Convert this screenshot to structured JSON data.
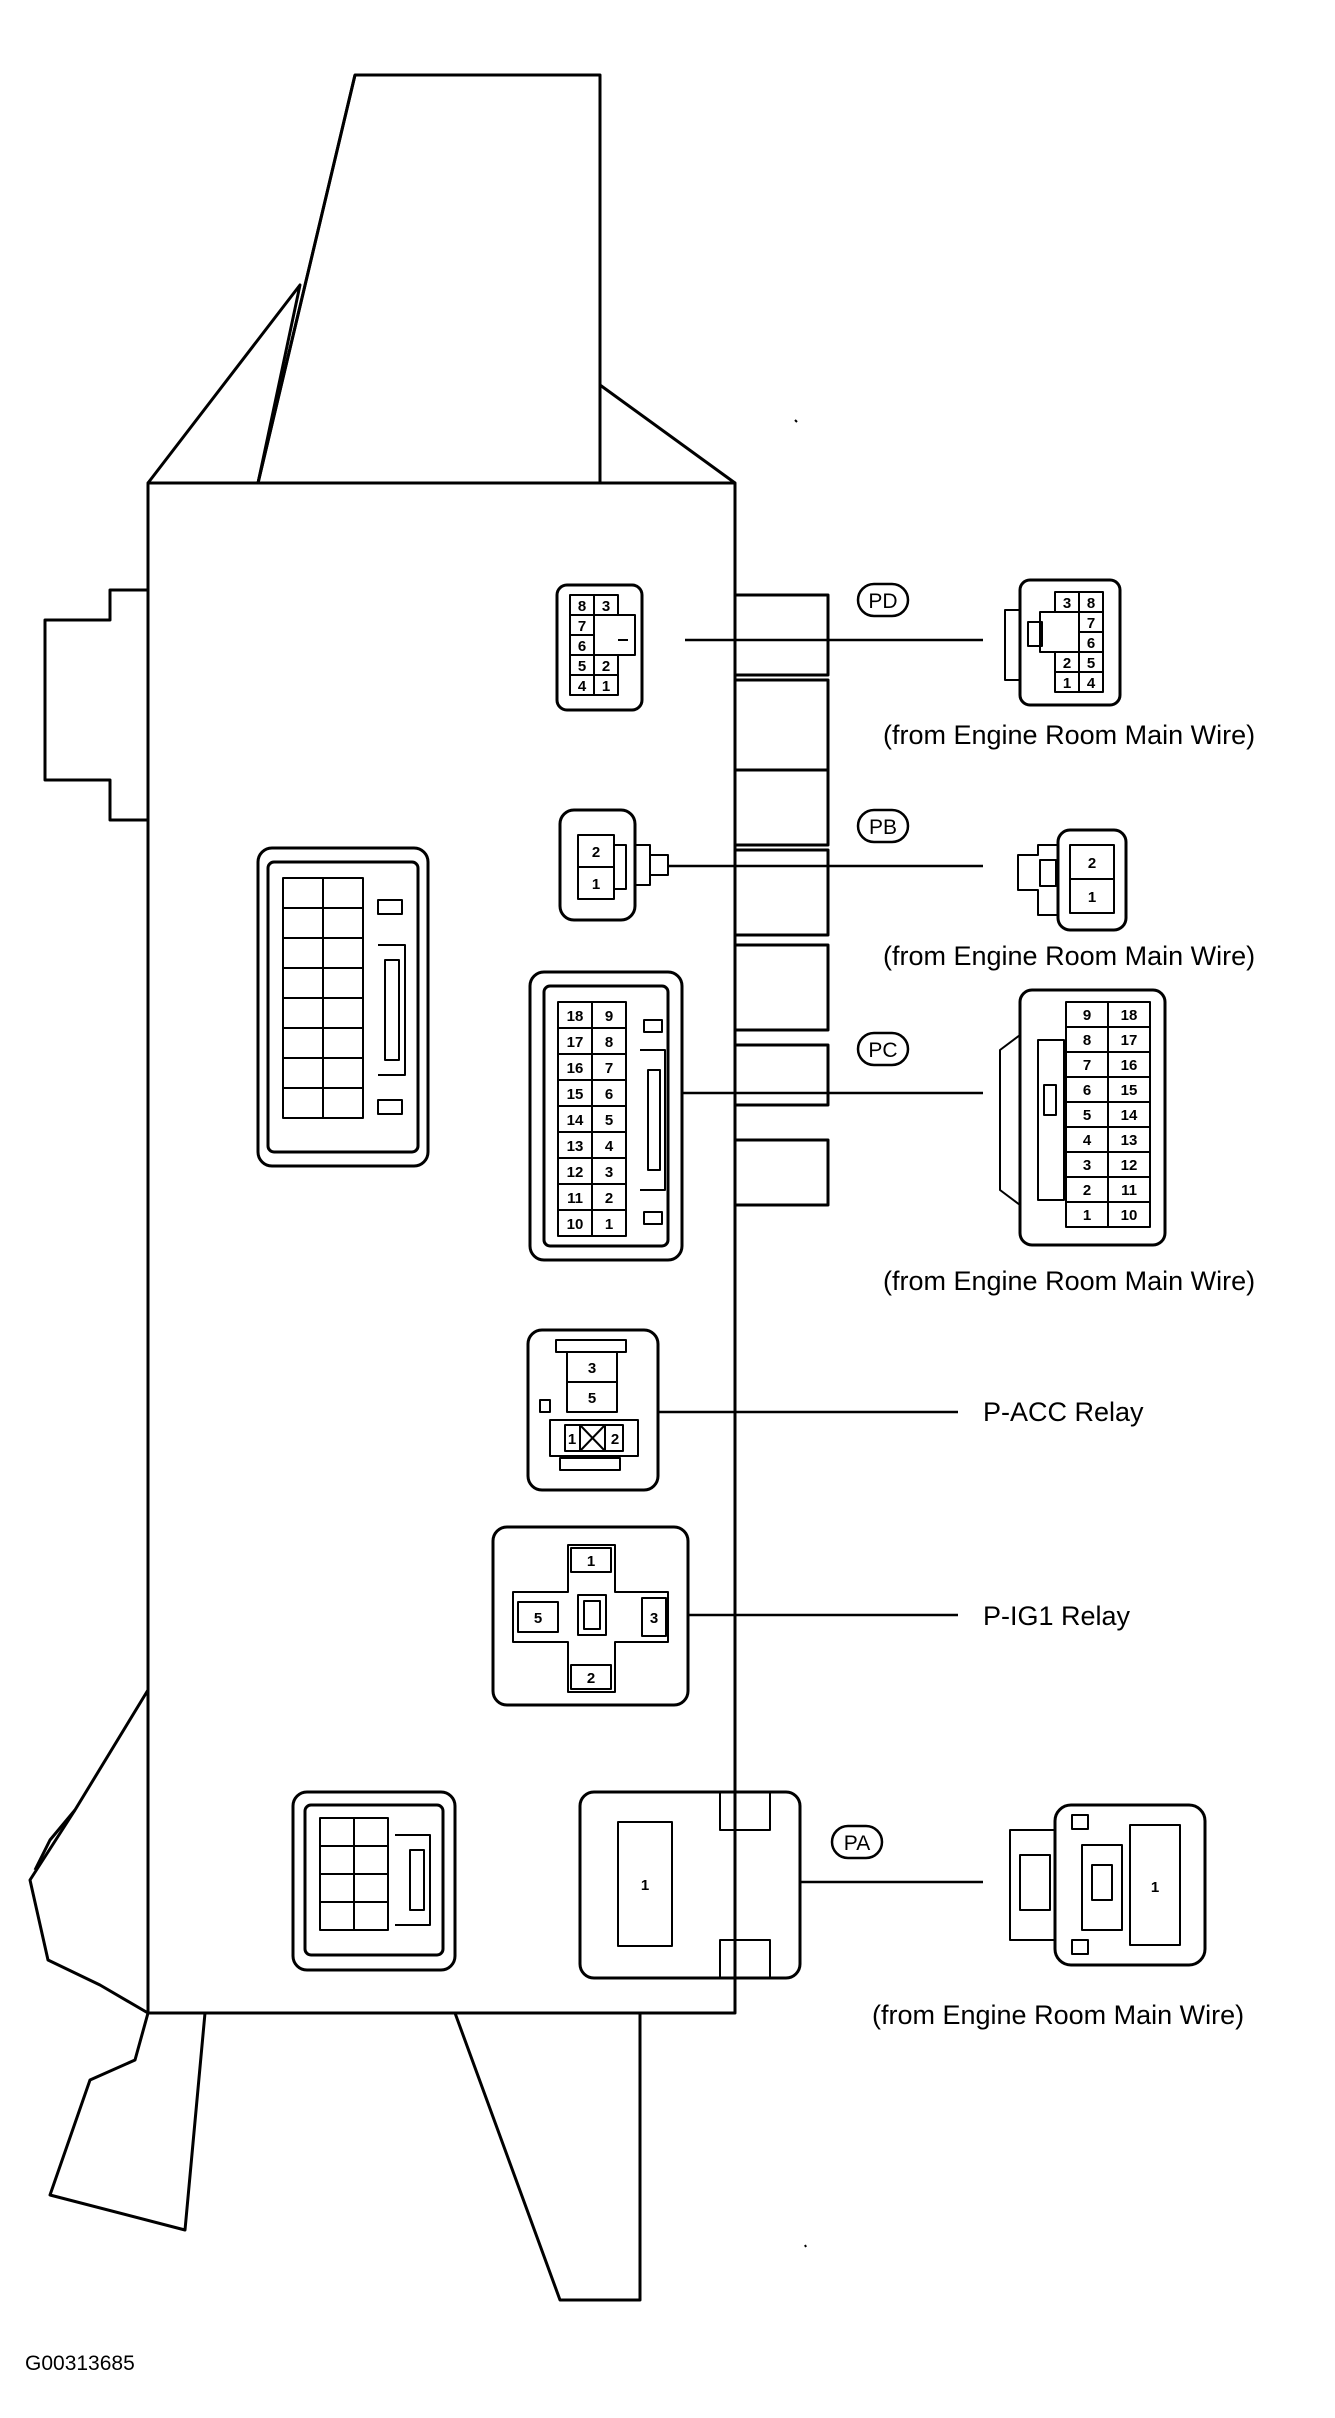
{
  "figure_id": "G00313685",
  "connectors": {
    "PD": {
      "tag": "PD",
      "caption": "(from Engine Room Main Wire)",
      "box_pins": [
        [
          "8",
          "3"
        ],
        [
          "7",
          ""
        ],
        [
          "6",
          ""
        ],
        [
          "5",
          "2"
        ],
        [
          "4",
          "1"
        ]
      ],
      "wire_pins": [
        [
          "3",
          "8"
        ],
        [
          "",
          "7"
        ],
        [
          "",
          "6"
        ],
        [
          "2",
          "5"
        ],
        [
          "1",
          "4"
        ]
      ]
    },
    "PB": {
      "tag": "PB",
      "caption": "(from Engine Room Main Wire)",
      "box_pins": [
        "2",
        "1"
      ],
      "wire_pins": [
        "2",
        "1"
      ]
    },
    "PC": {
      "tag": "PC",
      "caption": "(from Engine Room Main Wire)",
      "box_pins": [
        [
          "18",
          "9"
        ],
        [
          "17",
          "8"
        ],
        [
          "16",
          "7"
        ],
        [
          "15",
          "6"
        ],
        [
          "14",
          "5"
        ],
        [
          "13",
          "4"
        ],
        [
          "12",
          "3"
        ],
        [
          "11",
          "2"
        ],
        [
          "10",
          "1"
        ]
      ],
      "wire_pins": [
        [
          "9",
          "18"
        ],
        [
          "8",
          "17"
        ],
        [
          "7",
          "16"
        ],
        [
          "6",
          "15"
        ],
        [
          "5",
          "14"
        ],
        [
          "4",
          "13"
        ],
        [
          "3",
          "12"
        ],
        [
          "2",
          "11"
        ],
        [
          "1",
          "10"
        ]
      ]
    },
    "PA": {
      "tag": "PA",
      "caption": "(from Engine Room Main Wire)",
      "box_pin": "1",
      "wire_pin": "1"
    }
  },
  "relays": {
    "p_acc": {
      "label": "P-ACC Relay",
      "pins": [
        "3",
        "5",
        "1",
        "2"
      ]
    },
    "p_ig1": {
      "label": "P-IG1 Relay",
      "pins": [
        "1",
        "5",
        "3",
        "2"
      ]
    }
  }
}
